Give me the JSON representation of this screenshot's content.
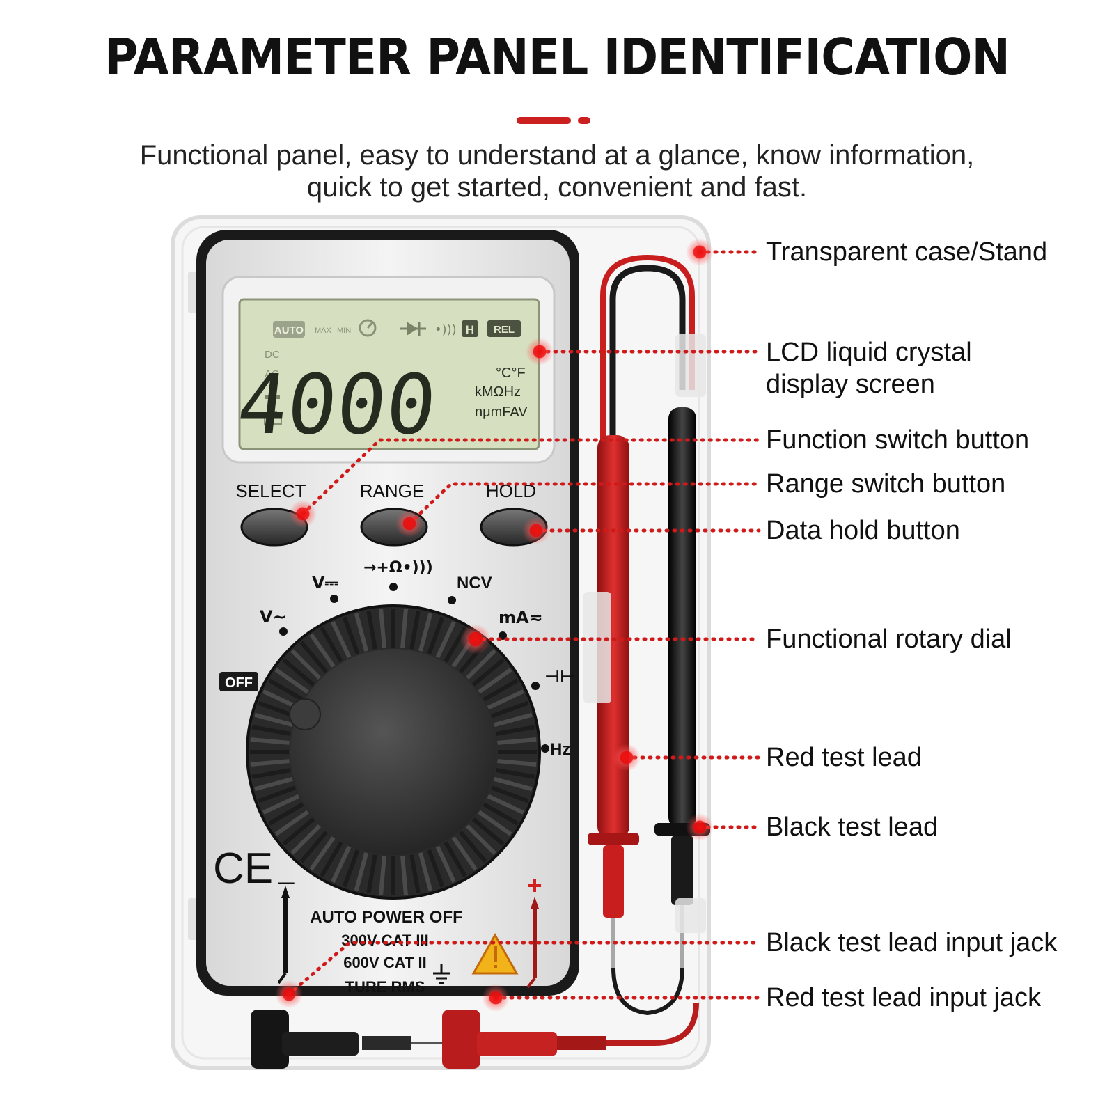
{
  "header": {
    "title": "PARAMETER PANEL IDENTIFICATION",
    "subtitle_line1": "Functional panel, easy to understand at a glance, know information,",
    "subtitle_line2": "quick to get started, convenient and fast."
  },
  "colors": {
    "accent": "#cc1f1f",
    "lcd": "#d7e0c0",
    "body": "#ececec",
    "dial": "#3a3a3a",
    "lead_red": "#c81e1e",
    "lead_black": "#1a1a1a"
  },
  "lcd": {
    "indicators": [
      "AUTO",
      "MAX",
      "MIN",
      "REL"
    ],
    "reading": "4000",
    "left_marks": [
      "DC",
      "AC"
    ],
    "units_line1": "°C°F",
    "units_line2": "kMΩHz",
    "units_line3": "nμmFAV"
  },
  "buttons": [
    {
      "label": "SELECT"
    },
    {
      "label": "RANGE"
    },
    {
      "label": "HOLD"
    }
  ],
  "dial_positions": [
    "OFF",
    "V~",
    "V⎓",
    "→+Ω•)))",
    "NCV",
    "mA≂",
    "⊣⊢",
    "Hz"
  ],
  "panel_text": {
    "ce": "CE",
    "minus": "_",
    "plus": "+",
    "line1": "AUTO POWER OFF",
    "line2": "300V CAT III",
    "line3": "600V CAT II",
    "line4": "TURE RMS"
  },
  "callouts": [
    {
      "text": "Transparent case/Stand"
    },
    {
      "text": "LCD liquid crystal"
    },
    {
      "text": "display screen"
    },
    {
      "text": "Function switch button"
    },
    {
      "text": "Range switch button"
    },
    {
      "text": "Data hold button"
    },
    {
      "text": "Functional rotary dial"
    },
    {
      "text": "Red test lead"
    },
    {
      "text": "Black test lead"
    },
    {
      "text": "Black test lead input jack"
    },
    {
      "text": "Red test lead input jack"
    }
  ]
}
